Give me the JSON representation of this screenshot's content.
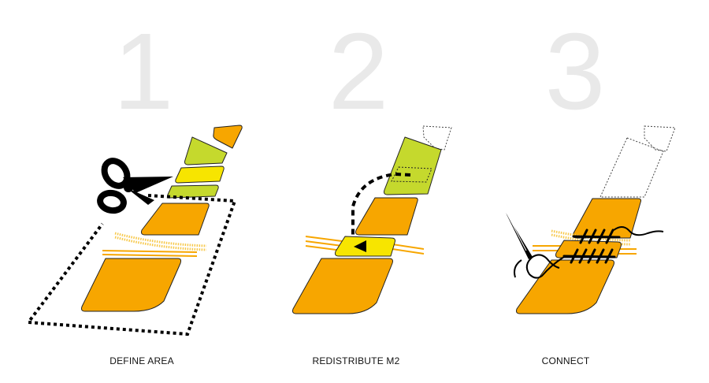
{
  "steps": [
    {
      "number": "1",
      "caption": "DEFINE AREA"
    },
    {
      "number": "2",
      "caption": "REDISTRIBUTE M2"
    },
    {
      "number": "3",
      "caption": "CONNECT"
    }
  ],
  "icons": [
    "scissors-icon",
    "arrow-icon",
    "needle-icon"
  ],
  "colors": {
    "orange": "#F7A600",
    "lime": "#C5D92D",
    "yellow": "#F7E500",
    "number_gray": "#E9E9E9",
    "outline": "#222222"
  }
}
